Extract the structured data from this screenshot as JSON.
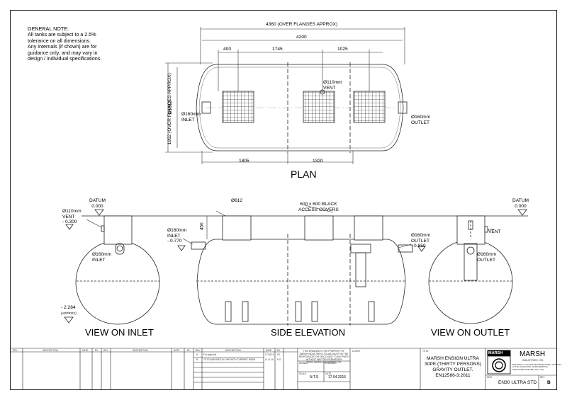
{
  "general_note": {
    "heading": "GENERAL NOTE:",
    "lines": [
      "All tanks are subject to a 2.5%",
      "tolerance on all dimensions.",
      "Any internals (if shown) are for",
      "guidance only, and may vary in",
      "design / individual specifications."
    ]
  },
  "plan": {
    "title": "PLAN",
    "overall_flanges": "4360 (OVER FLANGES APPROX)",
    "overall_length": "4200",
    "dim_400": "400",
    "dim_1745": "1745",
    "dim_1025": "1025",
    "dim_1805": "1805",
    "dim_1320": "1320",
    "height_flanges": "1952 (OVER FLANGES APPROX)",
    "diameter": "Ø1812",
    "vent_label": [
      "Ø110mm",
      "VENT"
    ],
    "inlet_label": [
      "Ø160mm",
      "INLET"
    ],
    "outlet_label": [
      "Ø160mm",
      "OUTLET"
    ]
  },
  "elevation": {
    "datum_left": [
      "DATUM",
      "0.000"
    ],
    "datum_right": [
      "DATUM",
      "0.000"
    ],
    "vent_left": [
      "Ø110mm",
      "VENT",
      "- 0.300"
    ],
    "inlet_circle": [
      "Ø160mm",
      "INLET"
    ],
    "depth_bottom": [
      "- 2.284",
      "(APPROX)"
    ],
    "manhole_dia": "Ø612",
    "covers": [
      "600 x 600 BLACK",
      "ACCESS COVERS"
    ],
    "dim_450": "450",
    "inlet_side": [
      "Ø160mm",
      "INLET",
      "- 0.770"
    ],
    "outlet_side": [
      "Ø160mm",
      "OUTLET",
      "- 0.850"
    ],
    "vent_right": "VENT",
    "outlet_circle": [
      "Ø160mm",
      "OUTLET"
    ],
    "view_inlet": "VIEW ON INLET",
    "side_elevation": "SIDE ELEVATION",
    "view_outlet": "VIEW ON OUTLET"
  },
  "title_block": {
    "rev_headers": [
      "REV",
      "DESCRIPTION",
      "DATE",
      "BY",
      "REV",
      "DESCRIPTION",
      "DATE",
      "BY",
      "REV",
      "DESCRIPTION",
      "DATE",
      "BY"
    ],
    "rev_rows": [
      [
        "A",
        "For Approval",
        "17.08.16",
        "P.J."
      ],
      [
        "B",
        "TITLE AMENDED IN LINE WITH CURRENT BS/EN",
        "11.11.16",
        "E.S."
      ]
    ],
    "copyright": [
      "THIS DRAWING IS THE PROPERTY OF",
      "MARSH INDUSTRIES LTD AND MUST NOT BE",
      "REPRODUCED OR DISCLOSED TO ANY PARTY",
      "WITHOUT WRITTEN PERMISSION",
      "FROM MARSH INDUSTRIES LTD"
    ],
    "client_label": "CLIENT",
    "drawn_label": "DRAWN",
    "checked_label": "CHECKED",
    "scale_label": "SCALE",
    "scale_value": "N.T.S",
    "date_label": "DATE",
    "date_value": "17.04.2016",
    "title_label": "TITLE",
    "title_lines": [
      "MARSH ENSIGN ULTRA",
      "30PE (THIRTY PERSONS)",
      "GRAVITY OUTLET.",
      "EN12566-3:2011"
    ],
    "company": [
      "MARSH",
      "INDUSTRIES LTD."
    ],
    "logo_text": "MARSH",
    "address": [
      "BUILDING 3, CRAFTON BUSINESS PARK, CRAFTON,",
      "LITTLE HOUGHTON, NORTHAMPTON,",
      "NORTHAMPTONSHIRE, NN7 1AQ"
    ],
    "drg_label": "DRG",
    "drg_number": "EN30 ULTRA STD",
    "rev_label": "REV",
    "rev_value": "B"
  }
}
